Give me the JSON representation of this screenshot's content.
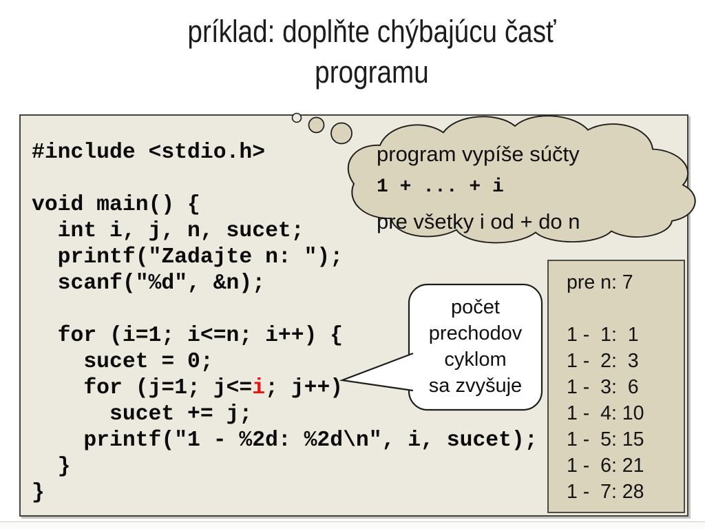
{
  "title": {
    "line1": "príklad: doplňte chýbajúcu časť",
    "line2": "programu"
  },
  "code": {
    "lines_before": [
      "#include <stdio.h>",
      "",
      "void main() {",
      "  int i, j, n, sucet;",
      "  printf(\"Zadajte n: \");",
      "  scanf(\"%d\", &n);",
      "",
      "  for (i=1; i<=n; i++) {",
      "    sucet = 0;"
    ],
    "loop_line": {
      "pre": "    for (j=1; j<=",
      "highlight": "i",
      "post": "; j++)"
    },
    "lines_after": [
      "      sucet += j;",
      "    printf(\"1 - %2d: %2d\\n\", i, sucet);",
      "  }",
      "}"
    ],
    "highlight_color": "#e8130c"
  },
  "thought_cloud": {
    "line1": "program vypíše súčty",
    "line2": "1 + ... + i",
    "line3": "pre všetky i od + do n"
  },
  "speech_bubble": {
    "lines": [
      "počet",
      "prechodov",
      "cyklom",
      "sa zvyšuje"
    ]
  },
  "results": {
    "title": "pre n: 7",
    "rows": [
      "1 -  1:  1",
      "1 -  2:  3",
      "1 -  3:  6",
      "1 -  4: 10",
      "1 -  5: 15",
      "1 -  6: 21",
      "1 -  7: 28"
    ]
  },
  "colors": {
    "panel_bg": "#ECEADF",
    "shape_fill": "#DAD4BC",
    "outline": "#1d1d1b",
    "highlight_red": "#e8130c"
  }
}
